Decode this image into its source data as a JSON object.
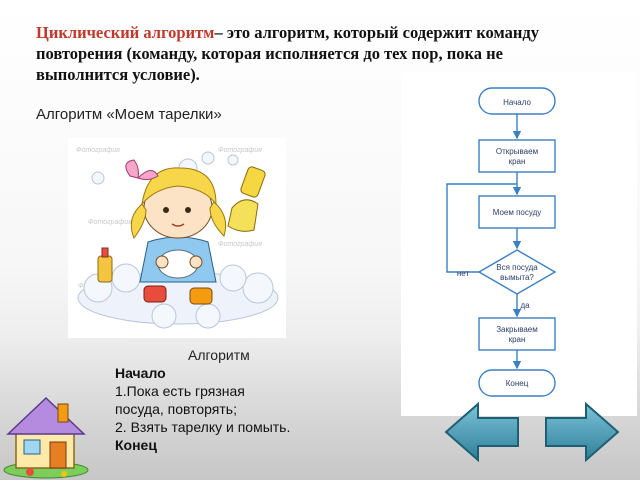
{
  "definition": {
    "term": "Циклический алгоритм",
    "text_line1": "– это алгоритм, который содержит команду",
    "text_line2": "повторения (команду, которая исполняется до тех пор, пока не",
    "text_line3": "выполнится условие)."
  },
  "subtitle": "Алгоритм «Моем тарелки»",
  "caption": "Алгоритм",
  "algorithm": {
    "start": "Начало",
    "step1_line1": "1.Пока есть грязная",
    "step1_line2": "посуда, повторять;",
    "step2": "2. Взять тарелку и помыть.",
    "end": "Конец"
  },
  "flowchart": {
    "start": "Начало",
    "open_tap_line1": "Открываем",
    "open_tap_line2": "кран",
    "wash": "Моем посуду",
    "condition_line1": "Вся посуда",
    "condition_line2": "вымыта?",
    "no_label": "нет",
    "yes_label": "да",
    "close_tap_line1": "Закрываем",
    "close_tap_line2": "кран",
    "end": "Конец"
  },
  "watermark": "Фотография",
  "icons": {
    "home": "house-icon",
    "prev": "left-arrow-icon",
    "next": "right-arrow-icon"
  },
  "colors": {
    "term": "#c0392b",
    "flow_stroke": "#3b7fc4",
    "nav_arrow": "#3e8fa8",
    "house_roof": "#b58be0",
    "house_wall": "#fde9a8"
  }
}
